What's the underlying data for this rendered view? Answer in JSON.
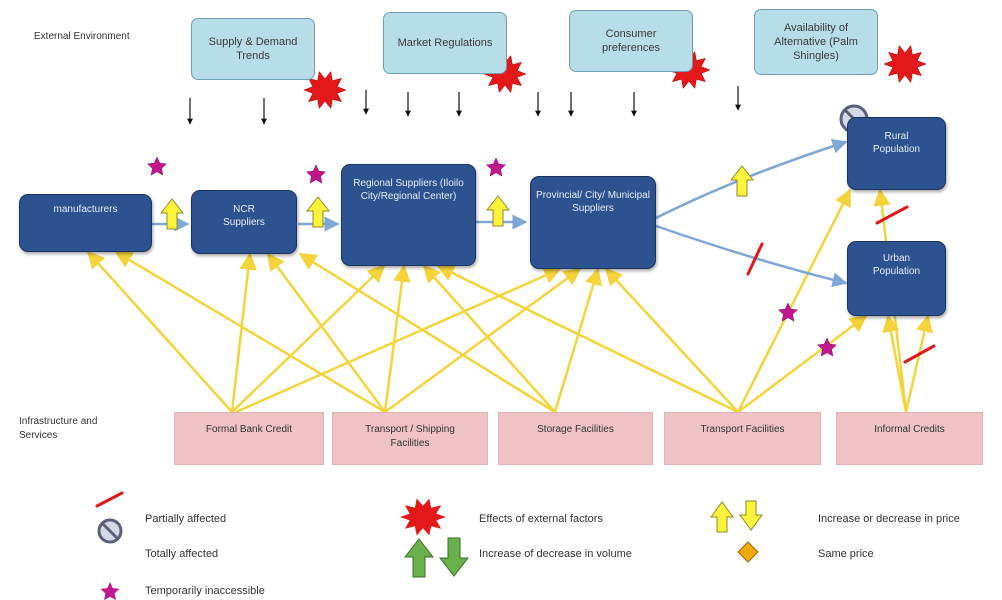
{
  "sections": {
    "external": "External Environment",
    "infrastructure": "Infrastructure and Services"
  },
  "external_factors": [
    "Supply & Demand Trends",
    "Market Regulations",
    "Consumer preferences",
    "Availability of Alternative (Palm Shingles)"
  ],
  "nodes": {
    "manufacturers": "manufacturers",
    "ncr": "NCR Suppliers",
    "regional": "Regional Suppliers (Iloilo City/Regional Center)",
    "provincial": "Provincial/ City/ Municipal Suppliers",
    "rural": "Rural Population",
    "urban": "Urban Population"
  },
  "infrastructure": [
    "Formal Bank Credit",
    "Transport / Shipping Facilities",
    "Storage Facilities",
    "Transport Facilities",
    "Informal Credits"
  ],
  "legend": {
    "partial": "Partially affected",
    "total": "Totally affected",
    "temporary": "Temporarily inaccessible",
    "external": "Effects of external factors",
    "volume": "Increase of decrease in volume",
    "price": "Increase or decrease in price",
    "same": "Same price"
  },
  "colors": {
    "node": "#2c5290",
    "external_box": "#b7dde8",
    "infra_box": "#efc3c6",
    "yellow_arrow": "#f5d33a",
    "blue_arrow": "#7ea7d6",
    "star": "#c0178f",
    "burst": "#e41818",
    "green_arrow": "#6ab04c",
    "diamond": "#f0a70a"
  }
}
